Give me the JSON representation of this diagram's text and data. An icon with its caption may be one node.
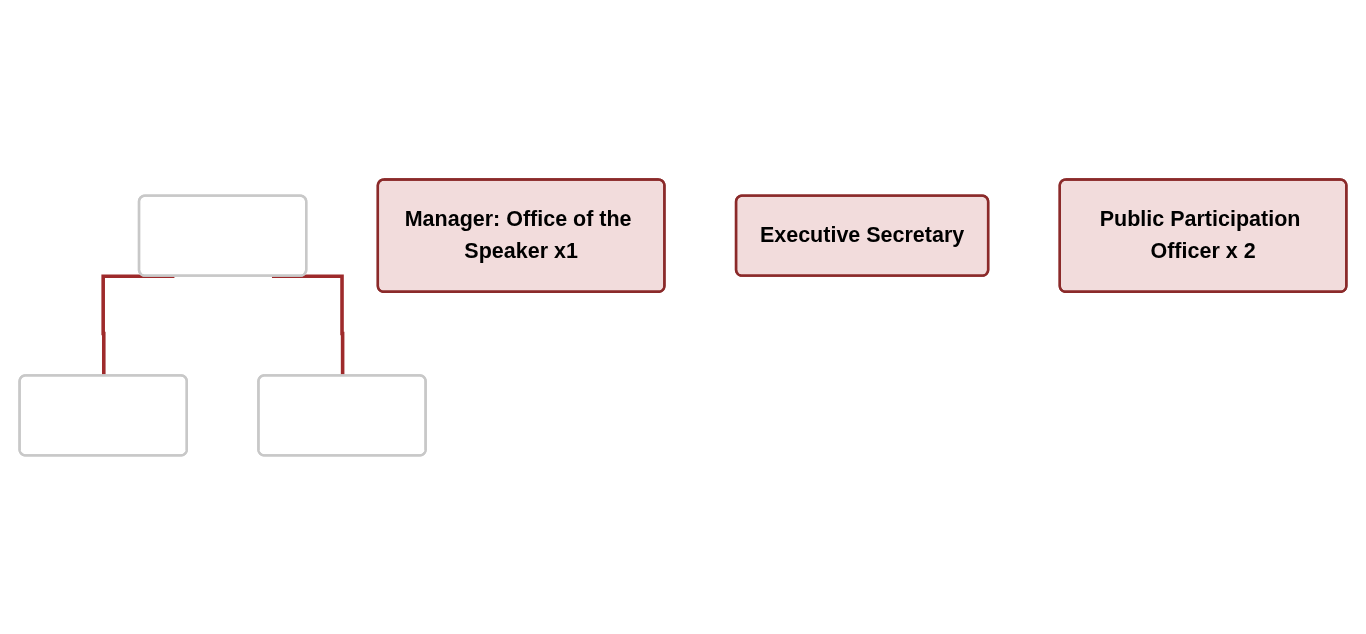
{
  "diagram": {
    "nodes": [
      {
        "text": [],
        "shape": "box"
      },
      {
        "text": [
          "Manager: Office of the Speaker x1"
        ]
      },
      {
        "text": [],
        "shape": "box"
      },
      {
        "text": [
          "Executive Secretary"
        ]
      },
      {
        "text": [],
        "shape": "box"
      },
      {
        "text": [
          "Public Participation Officer x 2"
        ]
      }
    ],
    "edges": [
      {
        "from": 0,
        "to": 2,
        "arrow": "none"
      },
      {
        "from": 0,
        "to": 4,
        "arrow": "none"
      }
    ]
  }
}
